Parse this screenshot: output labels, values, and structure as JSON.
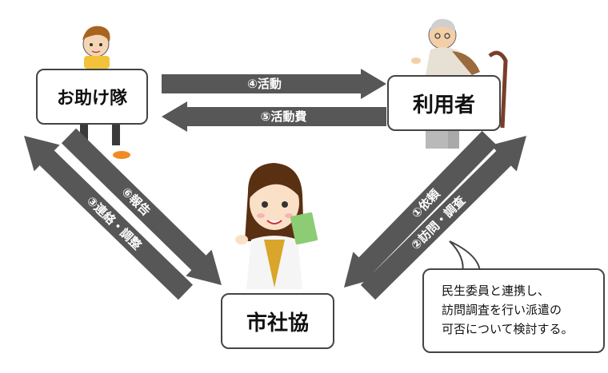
{
  "nodes": {
    "otasuke": "お助け隊",
    "user": "利用者",
    "shakyo": "市社協"
  },
  "arrows": {
    "activity": "④活動",
    "activity_fee": "⑤活動費",
    "report": "⑥報告",
    "contact_adjust": "③連絡・調整",
    "request": "①依頼",
    "visit_survey": "②訪問・調査"
  },
  "note": {
    "lines": [
      "民生委員と連携し、",
      "訪問調査を行い派遣の",
      "可否について検討する。"
    ]
  },
  "colors": {
    "arrow": "#575757",
    "arrow_text": "#ffffff",
    "border": "#444444"
  },
  "icons": [
    "helper-person-illustration",
    "elderly-person-illustration",
    "staff-woman-illustration"
  ]
}
